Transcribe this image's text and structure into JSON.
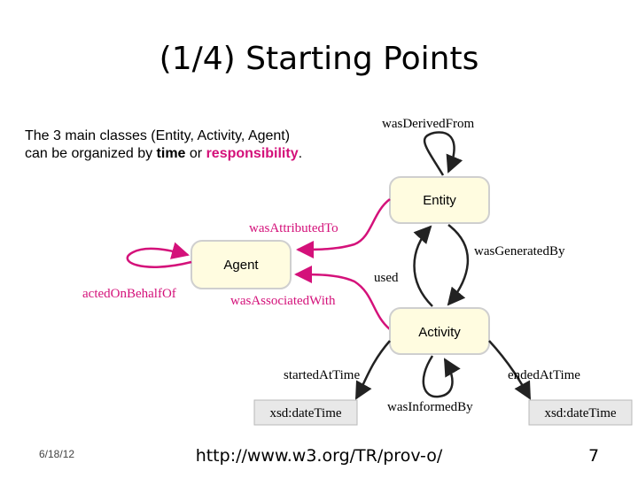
{
  "slide": {
    "title": "(1/4) Starting Points",
    "intro": {
      "line1": "The 3 main classes (Entity, Activity, Agent)",
      "line2_prefix": "can be organized by ",
      "time": "time",
      "or": " or ",
      "responsibility": "responsibility",
      "period": "."
    }
  },
  "diagram": {
    "nodes": {
      "entity": "Entity",
      "agent": "Agent",
      "activity": "Activity",
      "datetime_left": "xsd:dateTime",
      "datetime_right": "xsd:dateTime"
    },
    "edges": {
      "was_derived_from": "wasDerivedFrom",
      "was_attributed_to": "wasAttributedTo",
      "was_generated_by": "wasGeneratedBy",
      "used": "used",
      "acted_on_behalf_of": "actedOnBehalfOf",
      "was_associated_with": "wasAssociatedWith",
      "started_at_time": "startedAtTime",
      "ended_at_time": "endedAtTime",
      "was_informed_by": "wasInformedBy"
    },
    "colors": {
      "node_fill": "#fffce0",
      "node_stroke": "#cfcfcf",
      "type_fill": "#e8e8e8",
      "responsibility_edge": "#d4117a",
      "time_edge": "#222222"
    }
  },
  "footer": {
    "date": "6/18/12",
    "url": "http://www.w3.org/TR/prov-o/",
    "page": "7"
  }
}
